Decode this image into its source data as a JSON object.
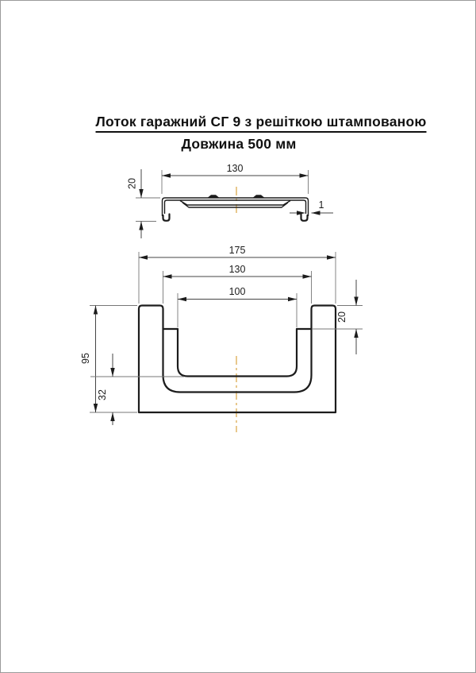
{
  "title": {
    "line1": "Лоток гаражний СГ 9 з решіткою штампованою",
    "line2": "Довжина 500 мм"
  },
  "colors": {
    "outline": "#1c1c1c",
    "dimension_lines": "#777777",
    "centerline": "#d9a441",
    "page_border": "#9a9a9a",
    "background": "#ffffff"
  },
  "views": {
    "grate": {
      "description": "stamped-grate-cross-section",
      "dims": {
        "width": "130",
        "height": "20",
        "thickness": "1"
      }
    },
    "channel": {
      "description": "channel-body-cross-section",
      "dims": {
        "outer_width": "175",
        "rebate_width": "130",
        "inner_width": "100",
        "rebate_depth": "20",
        "height": "95",
        "bottom_offset": "32"
      }
    }
  }
}
